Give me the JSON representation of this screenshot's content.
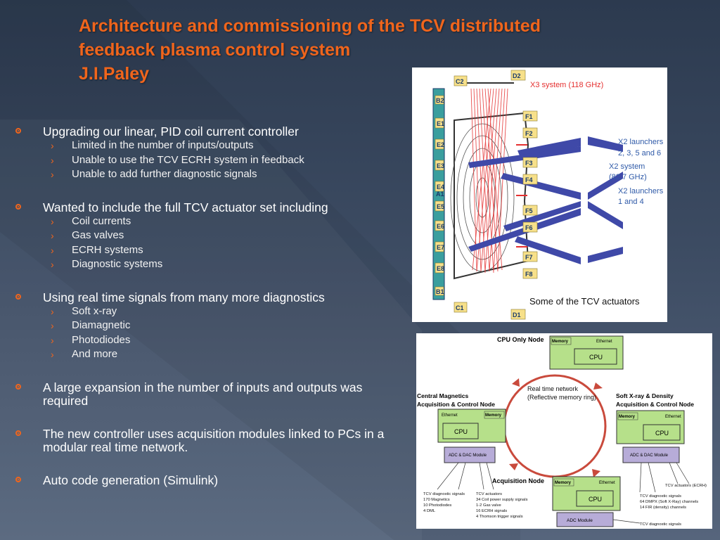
{
  "title": {
    "line1": "Architecture and commissioning of the TCV distributed",
    "line2": "feedback plasma control system",
    "line3": "J.I.Paley"
  },
  "bullets": [
    {
      "text": "Upgrading our linear, PID coil current controller",
      "subs": [
        "Limited in the number of inputs/outputs",
        "Unable to use the TCV ECRH system in feedback",
        "Unable to add further diagnostic signals"
      ]
    },
    {
      "text": "Wanted to include the full TCV actuator set including",
      "subs": [
        "Coil currents",
        "Gas valves",
        "ECRH systems",
        "Diagnostic systems"
      ]
    },
    {
      "text": "Using real time signals from many more diagnostics",
      "subs": [
        "Soft x-ray",
        "Diamagnetic",
        "Photodiodes",
        "And more"
      ]
    },
    {
      "text": "A large expansion in the number of inputs and outputs was required",
      "subs": []
    },
    {
      "text": "The new controller uses acquisition modules linked to PCs in a modular real time network.",
      "subs": []
    },
    {
      "text": "Auto code generation (Simulink)",
      "subs": []
    }
  ],
  "figure1": {
    "caption": "Some of the TCV actuators",
    "x3_label": "X3 system (118 GHz)",
    "x2_launchers_a": [
      "X2 launchers",
      "2, 3, 5 and 6"
    ],
    "x2_system": [
      "X2 system",
      "(82.7 GHz)"
    ],
    "x2_launchers_b": [
      "X2 launchers",
      "1 and 4"
    ],
    "left_labels": [
      "B2",
      "E1",
      "E2",
      "E3",
      "E4",
      "A1",
      "E5",
      "E6",
      "E7",
      "E8",
      "B1"
    ],
    "right_labels": [
      "F1",
      "F2",
      "F3",
      "F4",
      "F5",
      "F6",
      "F7",
      "F8"
    ],
    "top_labels": [
      "C2",
      "D2"
    ],
    "bottom_labels": [
      "C1",
      "D1"
    ]
  },
  "figure2": {
    "cpu_only_node": "CPU Only Node",
    "central_node": [
      "Central Magnetics",
      "Acquisition & Control Node"
    ],
    "sxr_node": [
      "Soft X-ray & Density",
      "Acquisition & Control Node"
    ],
    "acq_node": "Acquisition Node",
    "ring": [
      "Real time network",
      "(Reflective memory ring)"
    ],
    "memory": "Memory",
    "ethernet": "Ethernet",
    "cpu": "CPU",
    "adc_dac": "ADC & DAC Module",
    "adc": "ADC Module",
    "left_diag": [
      "TCV diagnostic signals",
      "170 Magnetics",
      "10 Photodiodes",
      "4 DML"
    ],
    "left_act": [
      "TCV actuators",
      "34 Coil power supply signals",
      "1-2 Gas valve",
      "16 ECRH signals",
      "4 Thomson trigger signals"
    ],
    "right_act": "TCV actuators (ECRH)",
    "right_diag": [
      "TCV diagnostic signals",
      "64 DMPX (Soft X-Ray) channels",
      "14 FIR (density) channels"
    ],
    "bottom_diag": "TCV diagnostic signals"
  }
}
